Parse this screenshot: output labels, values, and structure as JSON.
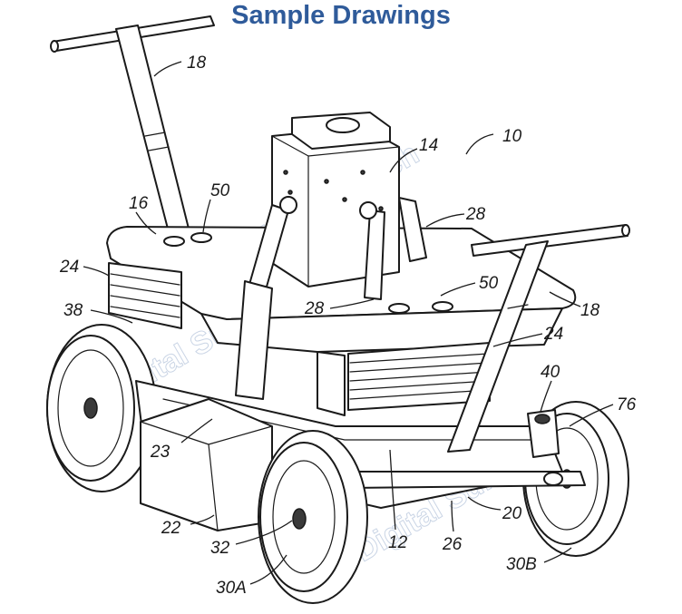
{
  "title": "Sample Drawings",
  "watermark": "Digital Suntech",
  "reference_numerals": {
    "r10": "10",
    "r14": "14",
    "r16": "16",
    "r18a": "18",
    "r18b": "18",
    "r20": "20",
    "r22": "22",
    "r23": "23",
    "r24a": "24",
    "r24b": "24",
    "r26": "26",
    "r28a": "28",
    "r28b": "28",
    "r30a": "30A",
    "r30b": "30B",
    "r32": "32",
    "r38": "38",
    "r40": "40",
    "r50a": "50",
    "r50b": "50",
    "r76": "76",
    "r12": "12"
  }
}
